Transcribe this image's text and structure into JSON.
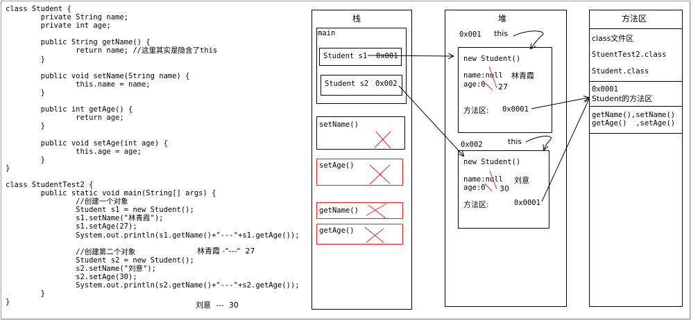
{
  "code_lines": [
    "class Student {",
    "        private String name;",
    "        private int age;",
    "",
    "        public String getName() {",
    "                return name; //这里其实是隐含了this",
    "        }",
    "",
    "        public void setName(String name) {",
    "                this.name = name;",
    "        }",
    "",
    "        public int getAge() {",
    "                return age;",
    "        }",
    "",
    "        public void setAge(int age) {",
    "                this.age = age;",
    "        }",
    "}",
    "",
    "class StudentTest2 {",
    "        public static void main(String[] args) {",
    "                //创建一个对象",
    "                Student s1 = new Student();",
    "                s1.setName(\"林青霞\");",
    "                s1.setAge(27);",
    "                System.out.println(s1.getName()+\"---\"+s1.getAge());",
    "",
    "                //创建第二个对象",
    "                Student s2 = new Student();",
    "                s2.setName(\"刘意\");",
    "                s2.setAge(30);",
    "                System.out.println(s2.getName()+\"---\"+s2.getAge());",
    "        }",
    "}"
  ],
  "output_notes": {
    "first": "林青霞 -\"---\"  27",
    "second": "刘意  ---  30"
  },
  "stack": {
    "title": "栈",
    "main_label": "main",
    "s1": "Student s1",
    "s1_addr": "0x001",
    "s2": "Student s2",
    "s2_addr": "0x002",
    "frames": [
      "setName()",
      "setAge()",
      "getName()",
      "getAge()"
    ]
  },
  "heap": {
    "title": "堆",
    "obj1": {
      "addr": "0x001",
      "this": "this",
      "title": "new Student()",
      "name_line": "name:null",
      "name_value": "林青霞",
      "age_line": "age:0",
      "age_value": "27",
      "method_label": "方法区:",
      "method_addr": "0x0001"
    },
    "obj2": {
      "addr": "0x002",
      "this": "this",
      "title": "new Student()",
      "name_line": "name:null",
      "name_value": "刘意",
      "age_line": "age:0",
      "age_value": "30",
      "method_label": "方法区:",
      "method_addr": "0x0001"
    }
  },
  "method_area": {
    "title": "方法区",
    "class_files_label": "class文件区",
    "class1": "StuentTest2.class",
    "class2": "Student.class",
    "addr": "0x0001",
    "student_methods_label": "Student的方法区",
    "methods_line1": "getName(),setName()",
    "methods_line2": "getAge()  ,setAge()"
  },
  "colors": {
    "red": "#e02020",
    "line": "#000000"
  }
}
